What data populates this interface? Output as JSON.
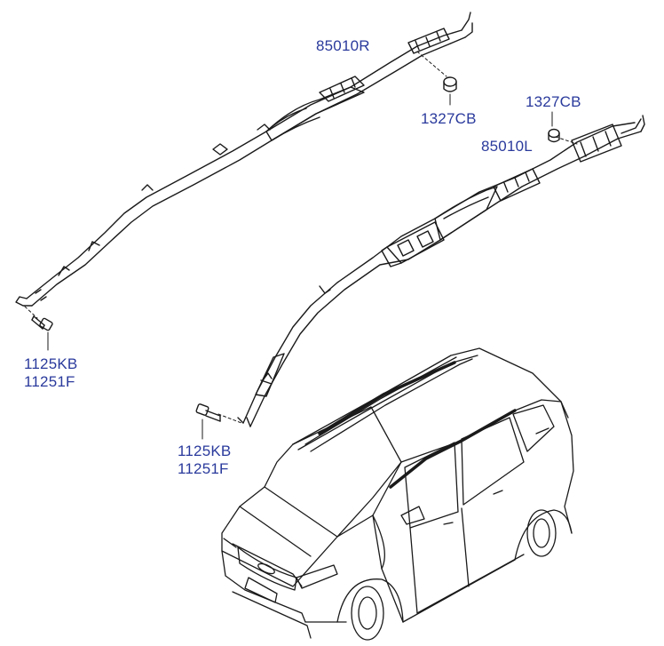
{
  "callouts": {
    "right_airbag_module": "85010R",
    "left_airbag_module": "85010L",
    "right_nut": "1327CB",
    "left_nut": "1327CB",
    "right_bolt_code_1": "1125KB",
    "right_bolt_code_2": "11251F",
    "left_bolt_code_1": "1125KB",
    "left_bolt_code_2": "11251F"
  },
  "colors": {
    "label": "#2a3a9c",
    "line_art": "#1a1a1a"
  }
}
